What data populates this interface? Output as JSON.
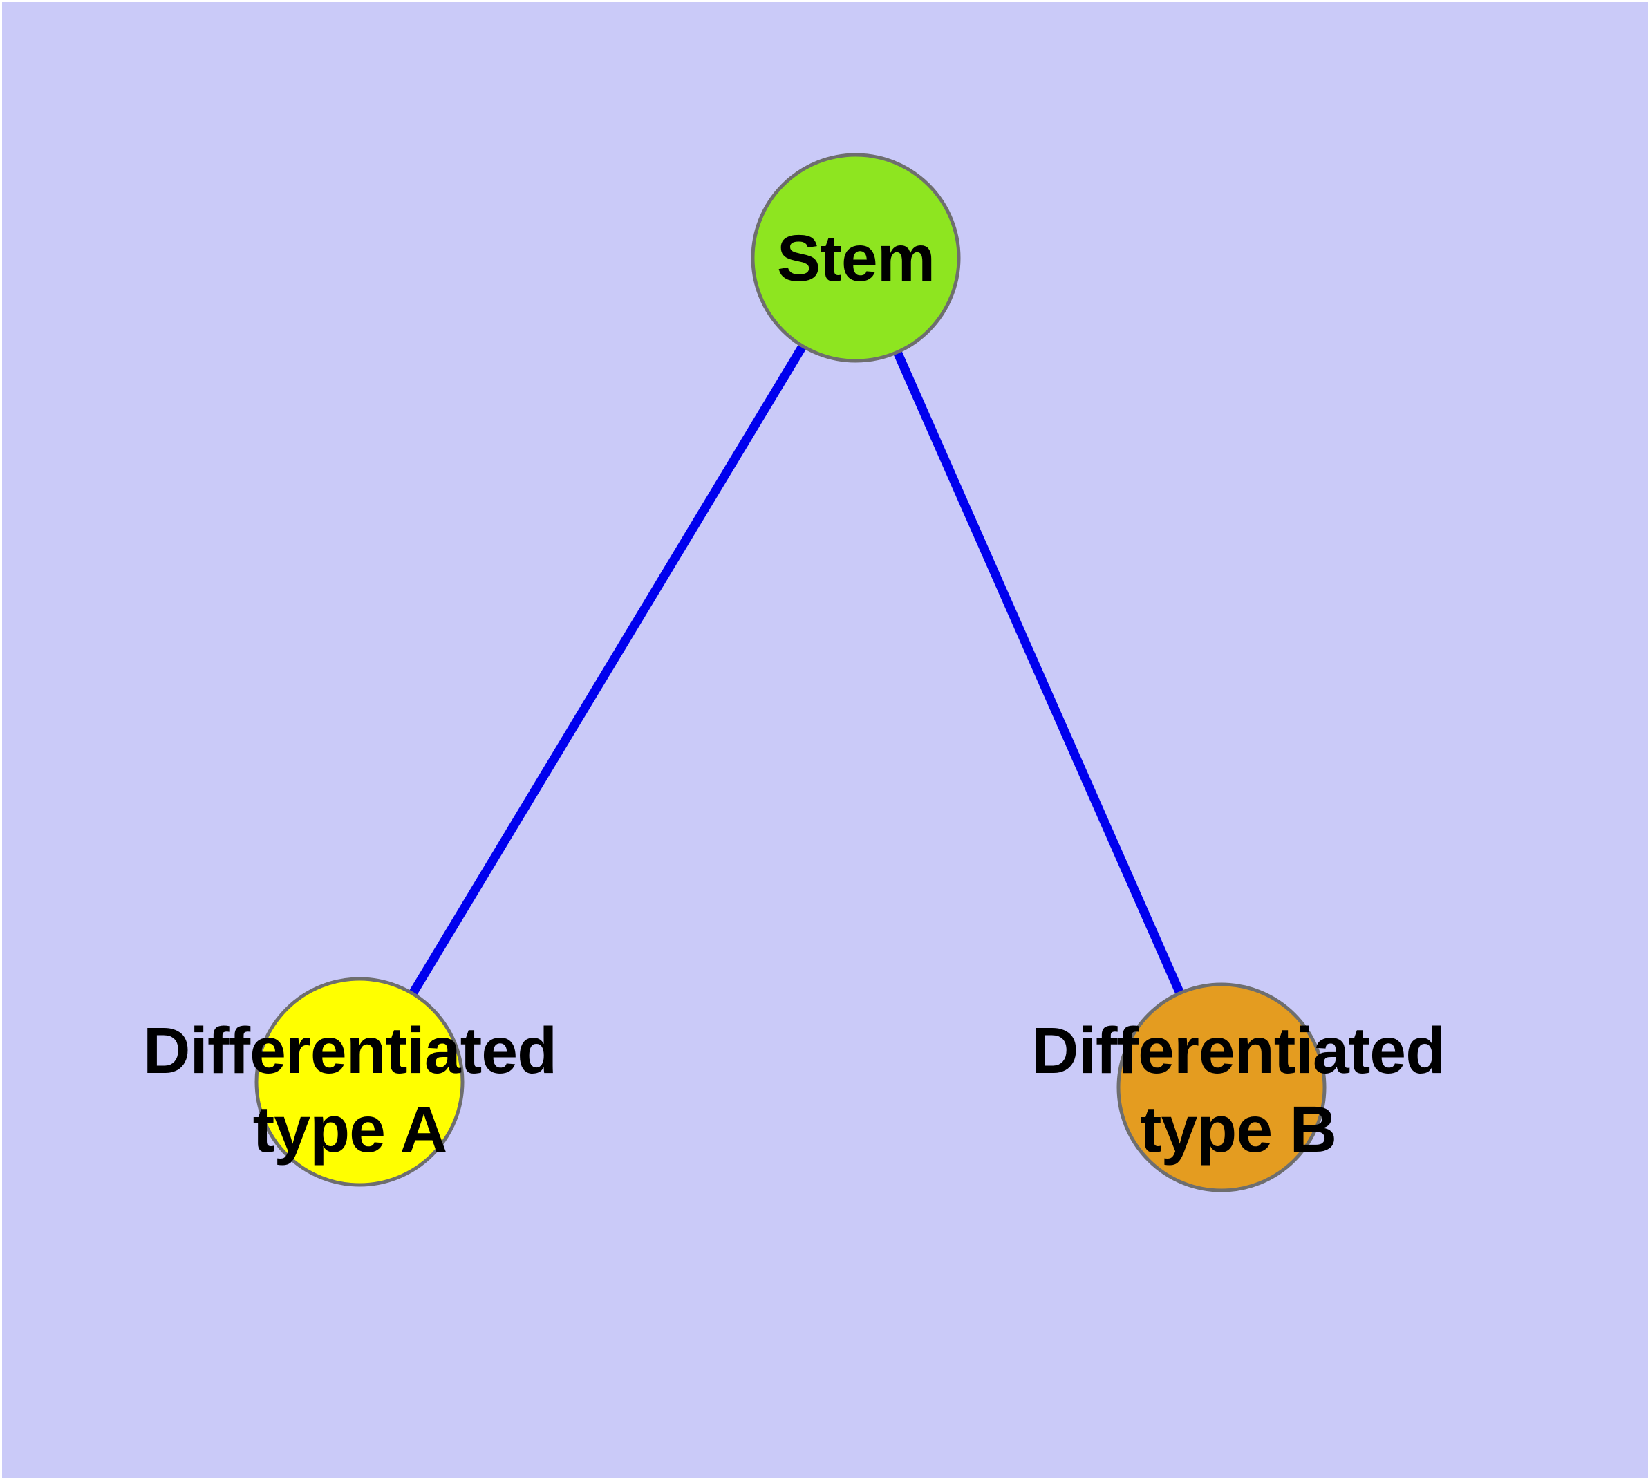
{
  "diagram": {
    "type": "graph",
    "nodes": {
      "stem": {
        "label": "Stem",
        "fill": "#8ee520",
        "shape": "circle"
      },
      "type_a": {
        "label": "Differentiated\ntype A",
        "fill": "#ffff00",
        "shape": "circle"
      },
      "type_b": {
        "label": "Differentiated\ntype B",
        "fill": "#e49c20",
        "shape": "circle"
      }
    },
    "edges": [
      {
        "from": "Stem",
        "to": "Differentiated type A"
      },
      {
        "from": "Stem",
        "to": "Differentiated type B"
      }
    ],
    "colors": {
      "background": "#cacaf8",
      "edge": "#0000ee",
      "node_border": "#6e6e6e",
      "label_text": "#000000"
    }
  }
}
